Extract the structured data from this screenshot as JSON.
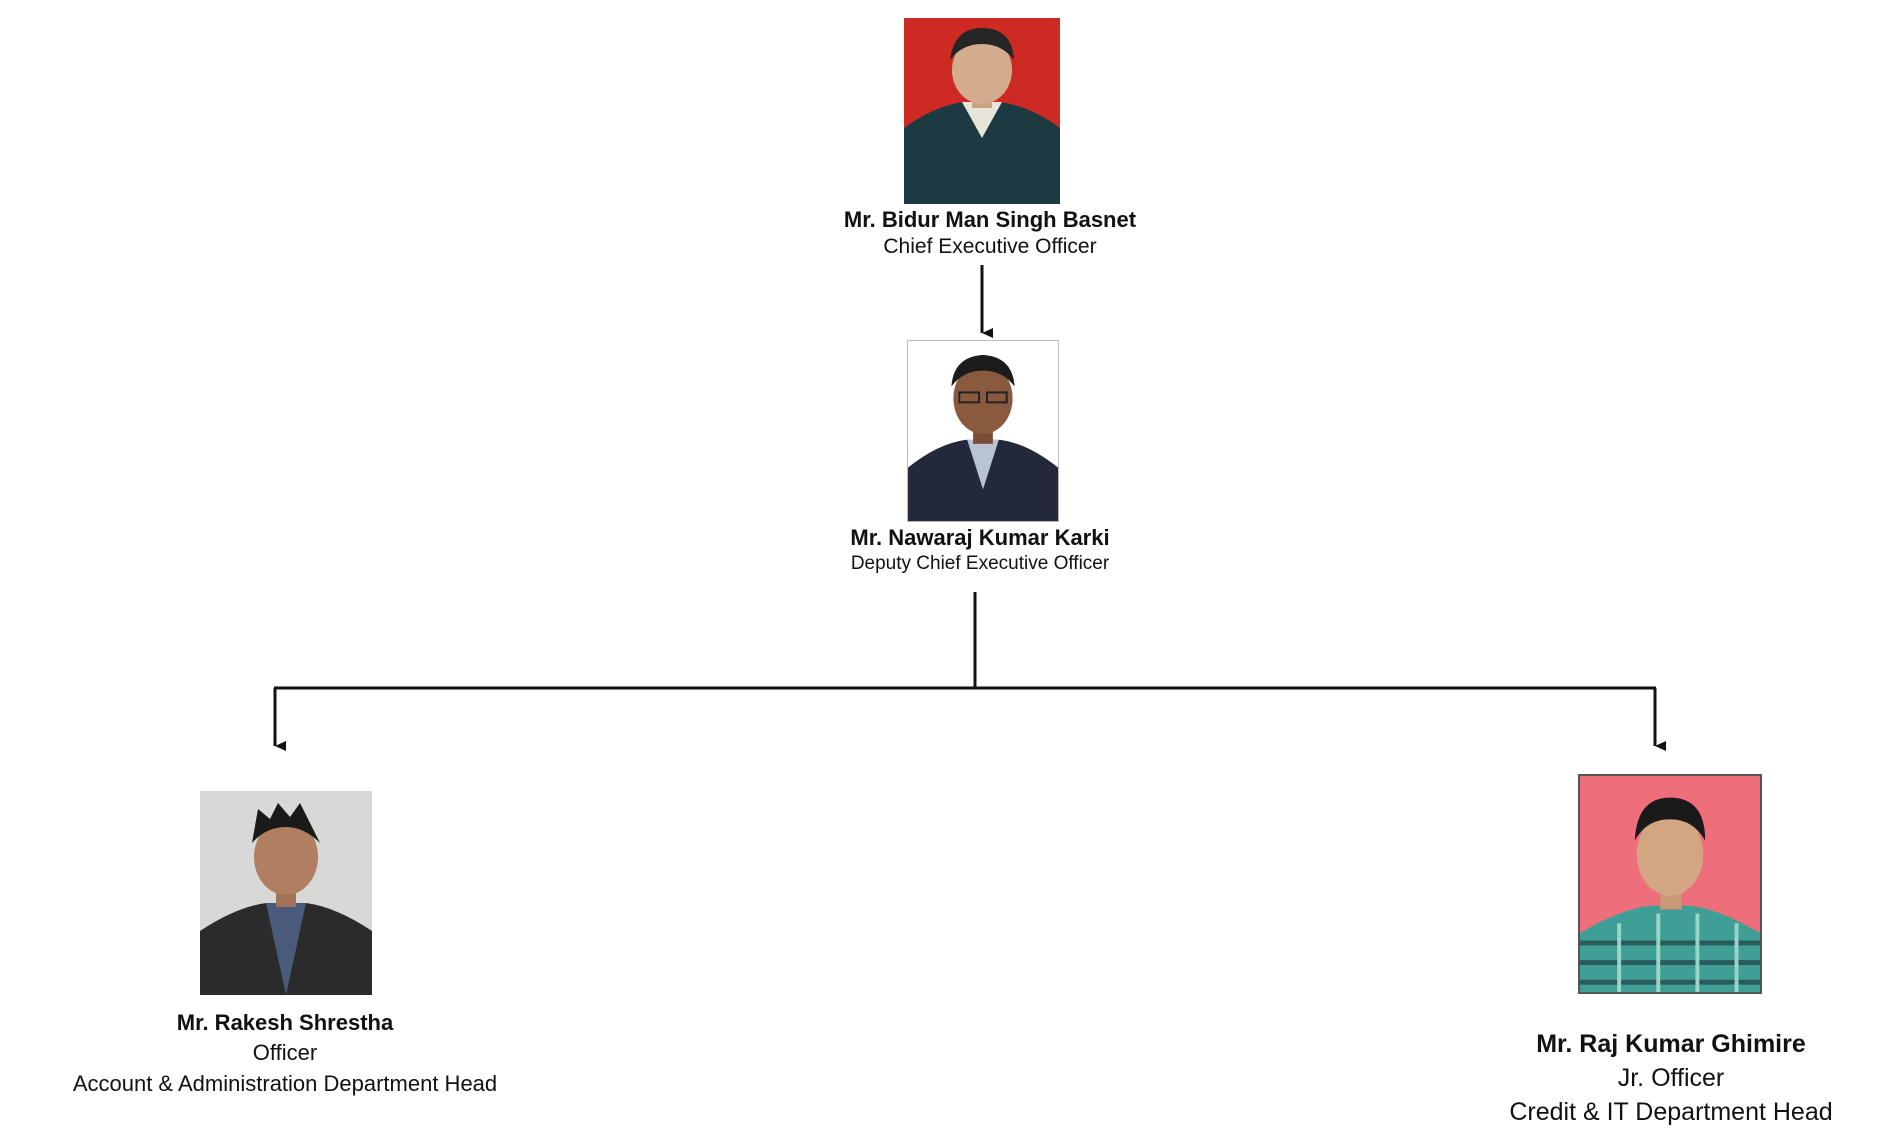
{
  "people": {
    "ceo": {
      "name": "Mr. Bidur Man Singh Basnet",
      "title": "Chief Executive Officer"
    },
    "deputy": {
      "name": "Mr. Nawaraj Kumar Karki",
      "title": "Deputy Chief Executive Officer"
    },
    "admin_head": {
      "name": "Mr. Rakesh Shrestha",
      "title": "Officer",
      "department": "Account & Administration Department Head"
    },
    "it_head": {
      "name": "Mr. Raj Kumar Ghimire",
      "title": "Jr. Officer",
      "department": "Credit & IT Department Head"
    }
  },
  "colors": {
    "line": "#111111",
    "ceo_backdrop": "#cc2a22",
    "deputy_backdrop": "#ffffff",
    "admin_backdrop": "#d8d8d6",
    "it_backdrop": "#ee6e7c"
  }
}
